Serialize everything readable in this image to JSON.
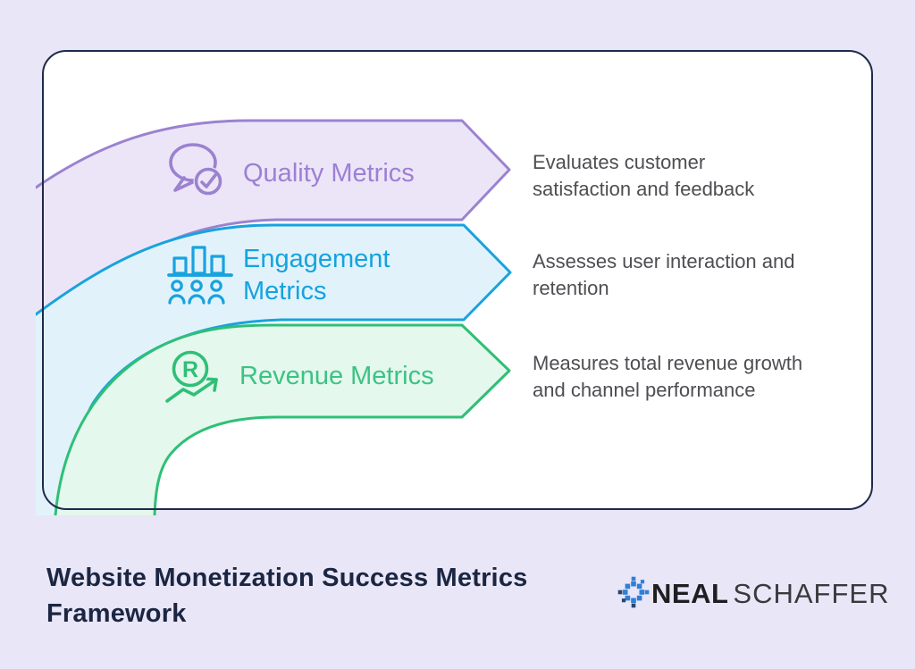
{
  "title": "Website Monetization Success Metrics Framework",
  "colors": {
    "background": "#e9e6f8",
    "card_fill": "#ffffff",
    "card_border": "#1e2a4a",
    "description_text": "#4d4e52",
    "title_text": "#1b2642"
  },
  "rows": [
    {
      "label": "Quality Metrics",
      "description": "Evaluates customer satisfaction and feedback",
      "icon": "chat-check-icon",
      "color": "#9b82d0",
      "fill": "#ece5f8",
      "label_color": "#9c80d4"
    },
    {
      "label": "Engagement Metrics",
      "description": "Assesses user interaction and retention",
      "icon": "bar-chart-people-icon",
      "color": "#17a3de",
      "fill": "#e2f2fb",
      "label_color": "#14a3de"
    },
    {
      "label": "Revenue Metrics",
      "description": "Measures total revenue growth and channel performance",
      "icon": "revenue-trend-icon",
      "icon_letter": "R",
      "color": "#2fbf77",
      "fill": "#e4f8ed",
      "label_color": "#3cc384"
    }
  ],
  "logo": {
    "name_bold": "NEAL",
    "name_light": "SCHAFFER",
    "icon": "pixel-ring-icon",
    "icon_color": "#2f7fd6",
    "icon_accent": "#27476e"
  }
}
